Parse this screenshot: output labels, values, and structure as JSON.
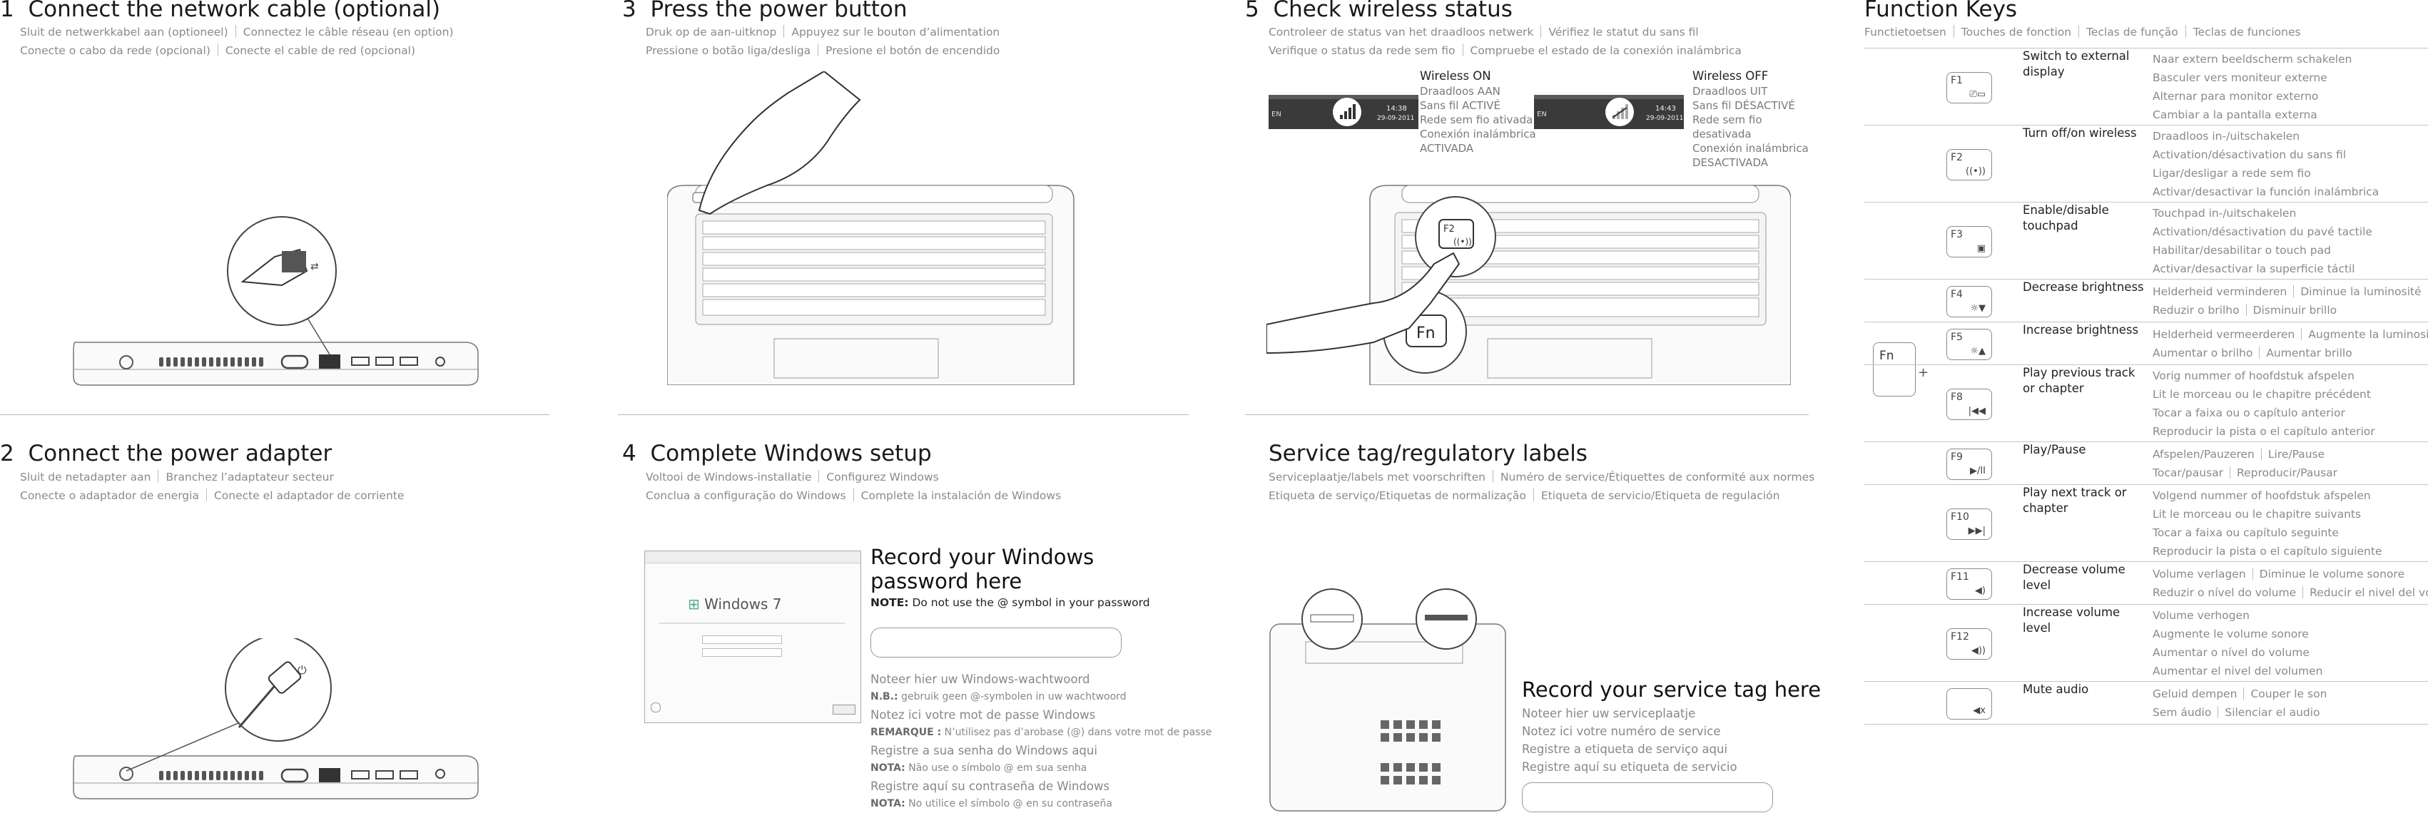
{
  "s1": {
    "num": "1",
    "title": "Connect the network cable (optional)",
    "sub1": [
      "Sluit de netwerkkabel aan (optioneel)",
      "Connectez le câble réseau (en option)"
    ],
    "sub2": [
      "Conecte o cabo da rede (opcional)",
      "Conecte el cable de red (opcional)"
    ]
  },
  "s2": {
    "num": "2",
    "title": "Connect the power adapter",
    "sub1": [
      "Sluit de netadapter aan",
      "Branchez l’adaptateur secteur"
    ],
    "sub2": [
      "Conecte o adaptador de energia",
      "Conecte el adaptador de corriente"
    ]
  },
  "s3": {
    "num": "3",
    "title": "Press the power button",
    "sub1": [
      "Druk op de aan-uitknop",
      "Appuyez sur le bouton d’alimentation"
    ],
    "sub2": [
      "Pressione o botão liga/desliga",
      "Presione el botón de encendido"
    ]
  },
  "s4": {
    "num": "4",
    "title": "Complete Windows setup",
    "sub1": [
      "Voltooi de Windows-installatie",
      "Configurez Windows"
    ],
    "sub2": [
      "Conclua a configuração do Windows",
      "Complete la instalación de Windows"
    ],
    "win_logo": "Windows 7",
    "rec_title_1": "Record your Windows",
    "rec_title_2": "password here",
    "note_label": "NOTE:",
    "note_text": " Do not use the @ symbol in your password",
    "trans": [
      {
        "text": "Noteer hier uw Windows-wachtwoord",
        "label": "",
        "small": false
      },
      {
        "text": " gebruik geen @-symbolen in uw wachtwoord",
        "label": "N.B.:",
        "small": true
      },
      {
        "text": "Notez ici votre mot de passe Windows",
        "label": "",
        "small": false
      },
      {
        "text": " N’utilisez pas d’arobase (@) dans votre mot de passe",
        "label": "REMARQUE :",
        "small": true
      },
      {
        "text": "Registre a sua senha do Windows aqui",
        "label": "",
        "small": false
      },
      {
        "text": " Não use o símbolo @ em sua senha",
        "label": "NOTA:",
        "small": true
      },
      {
        "text": "Registre aquí su contraseña de Windows",
        "label": "",
        "small": false
      },
      {
        "text": " No utilice el símbolo @ en su contraseña",
        "label": "NOTA:",
        "small": true
      }
    ]
  },
  "s5": {
    "num": "5",
    "title": "Check wireless status",
    "sub1": [
      "Controleer de status van het draadloos netwerk",
      "Vérifiez le statut du sans fil"
    ],
    "sub2": [
      "Verifique o status da rede sem fio",
      "Compruebe el estado de la conexión inalámbrica"
    ],
    "on_title": "Wireless ON",
    "on_lines": [
      "Draadloos AAN",
      "Sans fil ACTIVÉ",
      "Rede sem fio ativada",
      "Conexión inalámbrica",
      "ACTIVADA"
    ],
    "off_title": "Wireless OFF",
    "off_lines": [
      "Draadloos UIT",
      "Sans fil DÉSACTIVÉ",
      "Rede sem fio",
      "desativada",
      "Conexión inalámbrica",
      "DESACTIVADA"
    ],
    "tray_on_time": "14:38",
    "tray_on_date": "29-09-2011",
    "tray_off_time": "14:43",
    "tray_off_date": "29-09-2011",
    "tray_lang": "EN",
    "fn_label": "Fn"
  },
  "s6": {
    "title": "Service tag/regulatory labels",
    "sub1": [
      "Serviceplaatje/labels met voorschriften",
      "Numéro de service/Étiquettes de conformité aux normes"
    ],
    "sub2": [
      "Etiqueta de serviço/Etiquetas de normalização",
      "Etiqueta de servicio/Etiqueta de regulación"
    ],
    "rec_title": "Record your service tag here",
    "lines": [
      "Noteer hier uw serviceplaatje",
      "Notez ici votre numéro de service",
      "Registre a etiqueta de serviço aqui",
      "Registre aquí su etiqueta de servicio"
    ]
  },
  "fk": {
    "title": "Function Keys",
    "sub": [
      "Functietoetsen",
      "Touches de fonction",
      "Teclas de função",
      "Teclas de funciones"
    ],
    "fn_key": "Fn",
    "plus": "+",
    "rows": [
      {
        "key": "F1",
        "glyph": "⎚▭",
        "label": "Switch to external display",
        "trans": [
          [
            "Naar extern beeldscherm schakelen"
          ],
          [
            "Basculer vers moniteur externe"
          ],
          [
            "Alternar para monitor externo"
          ],
          [
            "Cambiar a la pantalla externa"
          ]
        ]
      },
      {
        "key": "F2",
        "glyph": "((•))",
        "label": "Turn off/on wireless",
        "trans": [
          [
            "Draadloos in-/uitschakelen"
          ],
          [
            "Activation/désactivation du sans fil"
          ],
          [
            "Ligar/desligar a rede sem fio"
          ],
          [
            "Activar/desactivar la función inalámbrica"
          ]
        ]
      },
      {
        "key": "F3",
        "glyph": "▣",
        "label": "Enable/disable touchpad",
        "trans": [
          [
            "Touchpad in-/uitschakelen"
          ],
          [
            "Activation/désactivation du pavé tactile"
          ],
          [
            "Habilitar/desabilitar o touch pad"
          ],
          [
            "Activar/desactivar la superficie táctil"
          ]
        ]
      },
      {
        "key": "F4",
        "glyph": "☼▼",
        "label": "Decrease brightness",
        "trans": [
          [
            "Helderheid verminderen",
            "Diminue la luminosité"
          ],
          [
            "Reduzir o brilho",
            "Disminuir brillo"
          ]
        ]
      },
      {
        "key": "F5",
        "glyph": "☼▲",
        "label": "Increase brightness",
        "trans": [
          [
            "Helderheid vermeerderen",
            "Augmente la luminosité"
          ],
          [
            "Aumentar o brilho",
            "Aumentar brillo"
          ]
        ]
      },
      {
        "key": "F8",
        "glyph": "|◀◀",
        "label": "Play previous track or chapter",
        "trans": [
          [
            "Vorig nummer of hoofdstuk afspelen"
          ],
          [
            "Lit le morceau ou le chapitre précédent"
          ],
          [
            "Tocar a faixa ou o capítulo anterior"
          ],
          [
            "Reproducir la pista o el capítulo anterior"
          ]
        ]
      },
      {
        "key": "F9",
        "glyph": "▶/II",
        "label": "Play/Pause",
        "trans": [
          [
            "Afspelen/Pauzeren",
            "Lire/Pause"
          ],
          [
            "Tocar/pausar",
            "Reproducir/Pausar"
          ]
        ]
      },
      {
        "key": "F10",
        "glyph": "▶▶|",
        "label": "Play next track or chapter",
        "trans": [
          [
            "Volgend nummer of hoofdstuk afspelen"
          ],
          [
            "Lit le morceau ou le chapitre suivants"
          ],
          [
            "Tocar a faixa ou capítulo seguinte"
          ],
          [
            "Reproducir la pista o el capítulo siguiente"
          ]
        ]
      },
      {
        "key": "F11",
        "glyph": "◀)",
        "label": "Decrease volume level",
        "trans": [
          [
            "Volume verlagen",
            "Diminue le volume sonore"
          ],
          [
            "Reduzir o nível do volume",
            "Reducir el nivel del volumen"
          ]
        ]
      },
      {
        "key": "F12",
        "glyph": "◀))",
        "label": "Increase volume level",
        "trans": [
          [
            "Volume verhogen"
          ],
          [
            "Augmente le volume sonore"
          ],
          [
            "Aumentar o nível do volume"
          ],
          [
            "Aumentar el nivel del volumen"
          ]
        ]
      },
      {
        "key": "",
        "glyph": "◀x",
        "label": "Mute audio",
        "trans": [
          [
            "Geluid dempen",
            "Couper le son"
          ],
          [
            "Sem áudio",
            "Silenciar el audio"
          ]
        ]
      }
    ]
  }
}
